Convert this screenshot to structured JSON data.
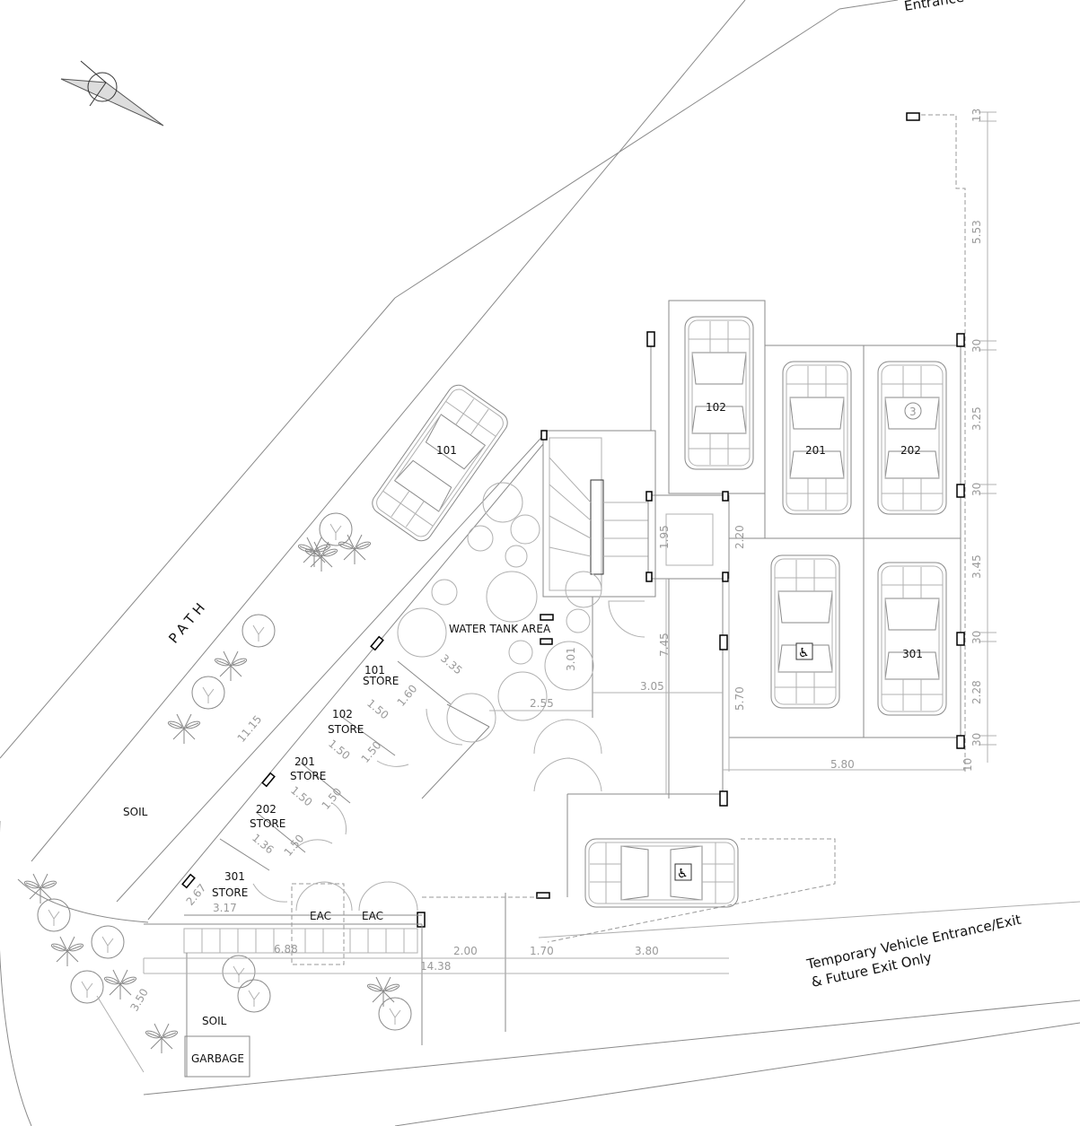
{
  "labels": {
    "path": "PATH",
    "soil_upper": "SOIL",
    "soil_lower": "SOIL",
    "garbage": "GARBAGE",
    "water_tank": "WATER TANK AREA",
    "eac": [
      "EAC",
      "EAC"
    ],
    "stores": [
      {
        "num": "101",
        "label": "STORE"
      },
      {
        "num": "102",
        "label": "STORE"
      },
      {
        "num": "201",
        "label": "STORE"
      },
      {
        "num": "202",
        "label": "STORE"
      },
      {
        "num": "301",
        "label": "STORE"
      }
    ],
    "entrance_top": "Entrance",
    "street_line1": "Temporary Vehicle Entrance/Exit",
    "street_line2": "& Future Exit Only"
  },
  "parking": {
    "spaces": [
      "101",
      "102",
      "201",
      "202",
      "301"
    ],
    "numbered_badge": "3",
    "accessible_icon": "wheelchair-icon"
  },
  "dimensions": {
    "right_chain": [
      "13",
      "5.53",
      "30",
      "3.25",
      "30",
      "3.45",
      "30",
      "2.28",
      "30",
      "10"
    ],
    "path_length": "11.15",
    "store_101": [
      "1.50",
      "1.60"
    ],
    "store_102": [
      "1.50",
      "1.50"
    ],
    "store_201": [
      "1.50",
      "1.50"
    ],
    "store_202": [
      "1.36",
      "1.50"
    ],
    "store_301": [
      "2.67",
      "3.17"
    ],
    "water_tank": [
      "3.35",
      "3.01",
      "2.55"
    ],
    "lift": [
      "1.95",
      "2.20"
    ],
    "driveway": [
      "7.45",
      "3.05",
      "5.70",
      "5.80"
    ],
    "bottom": [
      "6.88",
      "2.00",
      "1.70",
      "3.80",
      "14.38",
      "3.50"
    ]
  }
}
